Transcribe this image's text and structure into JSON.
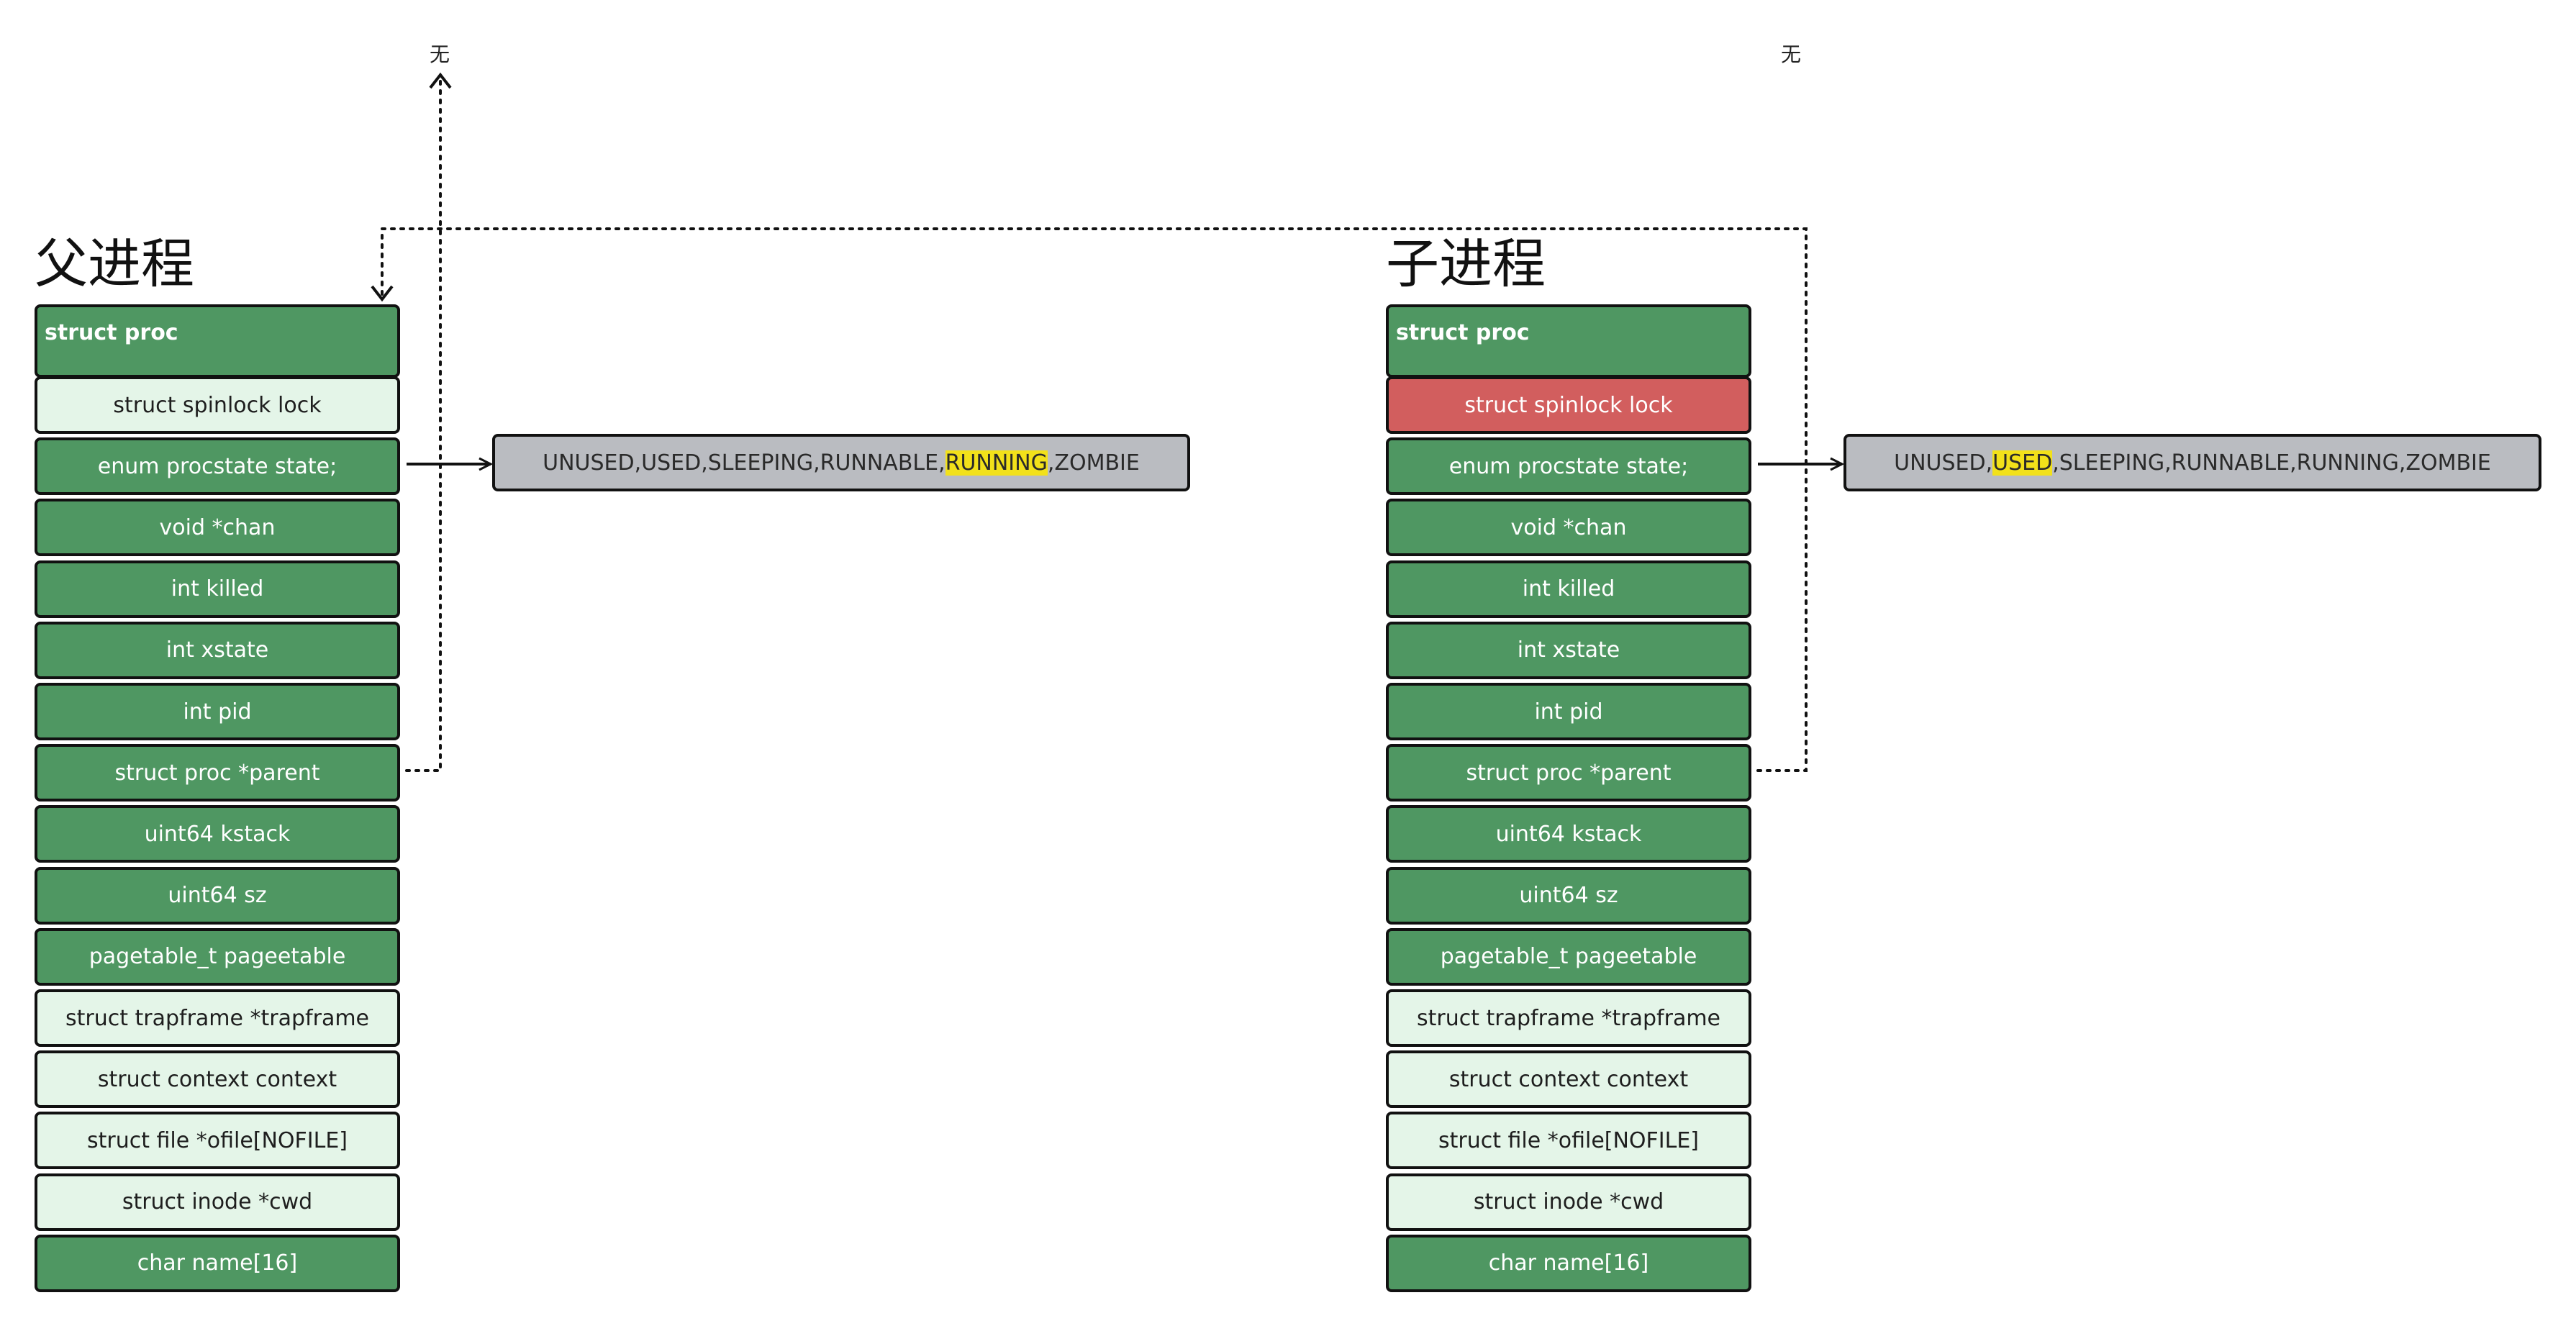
{
  "colors": {
    "dark_field": "#4f9762",
    "light_field": "#e4f5e8",
    "lock_held": "#d25e5e",
    "enum_box": "#babcc1",
    "highlight": "#f2e11a"
  },
  "parent": {
    "title": "父进程",
    "header": "struct proc",
    "fields": [
      {
        "label": "struct spinlock lock",
        "style": "light"
      },
      {
        "label": "enum procstate state;",
        "style": "dark"
      },
      {
        "label": "void *chan",
        "style": "dark"
      },
      {
        "label": "int killed",
        "style": "dark"
      },
      {
        "label": "int xstate",
        "style": "dark"
      },
      {
        "label": "int pid",
        "style": "dark"
      },
      {
        "label": "struct proc *parent",
        "style": "dark"
      },
      {
        "label": "uint64 kstack",
        "style": "dark"
      },
      {
        "label": "uint64 sz",
        "style": "dark"
      },
      {
        "label": "pagetable_t pageetable",
        "style": "dark"
      },
      {
        "label": "struct  trapframe *trapframe",
        "style": "light"
      },
      {
        "label": "struct  context context",
        "style": "light"
      },
      {
        "label": "struct file *ofile[NOFILE]",
        "style": "light"
      },
      {
        "label": "struct inode *cwd",
        "style": "light"
      },
      {
        "label": "char name[16]",
        "style": "dark"
      }
    ],
    "states": {
      "values": [
        "UNUSED",
        "USED",
        "SLEEPING",
        "RUNNABLE",
        "RUNNING",
        "ZOMBIE"
      ],
      "current": "RUNNING"
    },
    "parent_target": "无"
  },
  "child": {
    "title": "子进程",
    "header": "struct proc",
    "fields": [
      {
        "label": "struct spinlock lock",
        "style": "red"
      },
      {
        "label": "enum procstate state;",
        "style": "dark"
      },
      {
        "label": "void *chan",
        "style": "dark"
      },
      {
        "label": "int killed",
        "style": "dark"
      },
      {
        "label": "int xstate",
        "style": "dark"
      },
      {
        "label": "int pid",
        "style": "dark"
      },
      {
        "label": "struct proc *parent",
        "style": "dark"
      },
      {
        "label": "uint64 kstack",
        "style": "dark"
      },
      {
        "label": "uint64 sz",
        "style": "dark"
      },
      {
        "label": "pagetable_t pageetable",
        "style": "dark"
      },
      {
        "label": "struct  trapframe *trapframe",
        "style": "light"
      },
      {
        "label": "struct  context context",
        "style": "light"
      },
      {
        "label": "struct file *ofile[NOFILE]",
        "style": "light"
      },
      {
        "label": "struct inode *cwd",
        "style": "light"
      },
      {
        "label": "char name[16]",
        "style": "dark"
      }
    ],
    "states": {
      "values": [
        "UNUSED",
        "USED",
        "SLEEPING",
        "RUNNABLE",
        "RUNNING",
        "ZOMBIE"
      ],
      "current": "USED"
    },
    "parent_target": "无"
  }
}
